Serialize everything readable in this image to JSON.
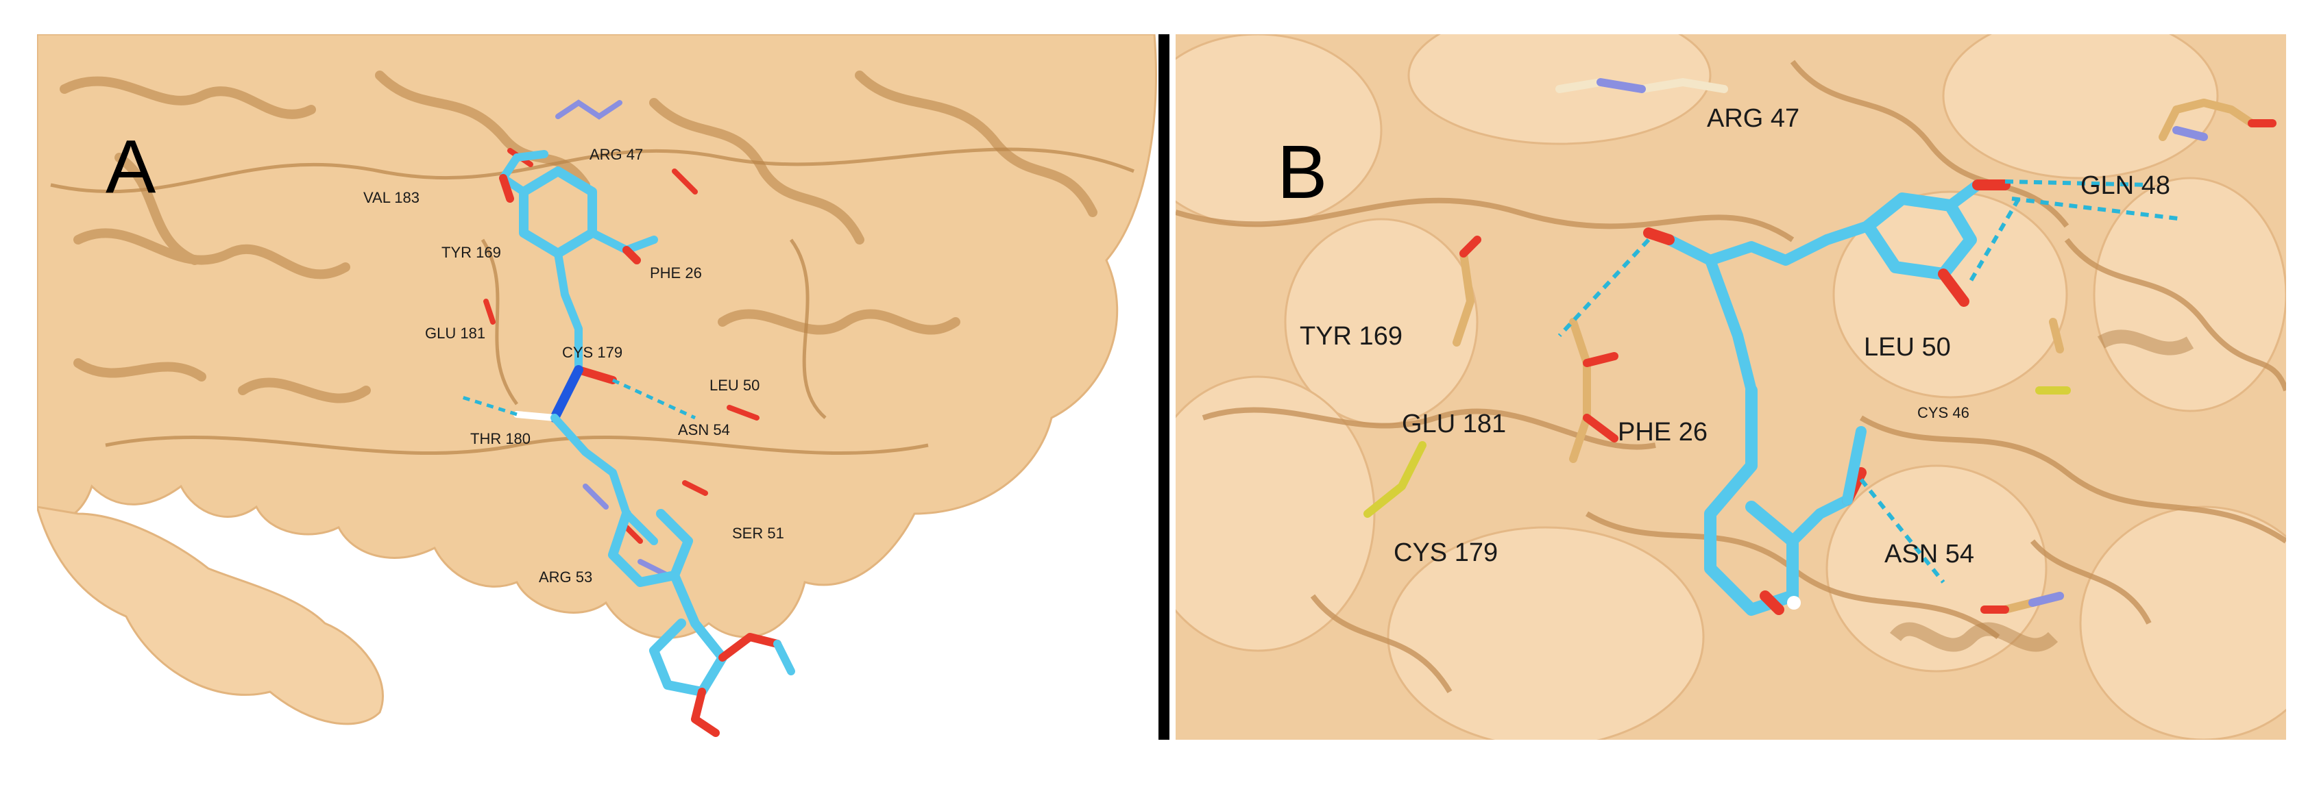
{
  "colors": {
    "surface": "#f2cc9a",
    "surface_dark": "#d9a66a",
    "ribbon": "#c8975a",
    "ligand": "#55c8ec",
    "oxygen": "#e8382a",
    "nitrogen": "#8a8fe0",
    "sulfur": "#d6d03a",
    "hbond": "#2ab6d8",
    "divider": "#000000"
  },
  "panel_a": {
    "letter": "A",
    "residues": {
      "val183": "VAL 183",
      "arg47": "ARG 47",
      "tyr169": "TYR 169",
      "phe26": "PHE 26",
      "glu181": "GLU 181",
      "cys179": "CYS 179",
      "leu50": "LEU 50",
      "asn54": "ASN 54",
      "thr180": "THR 180",
      "ser51": "SER 51",
      "arg53": "ARG 53"
    }
  },
  "panel_b": {
    "letter": "B",
    "residues": {
      "arg47": "ARG 47",
      "gln48": "GLN 48",
      "tyr169": "TYR 169",
      "leu50": "LEU 50",
      "cys46": "CYS 46",
      "glu181": "GLU 181",
      "phe26": "PHE 26",
      "cys179": "CYS 179",
      "asn54": "ASN 54"
    }
  }
}
